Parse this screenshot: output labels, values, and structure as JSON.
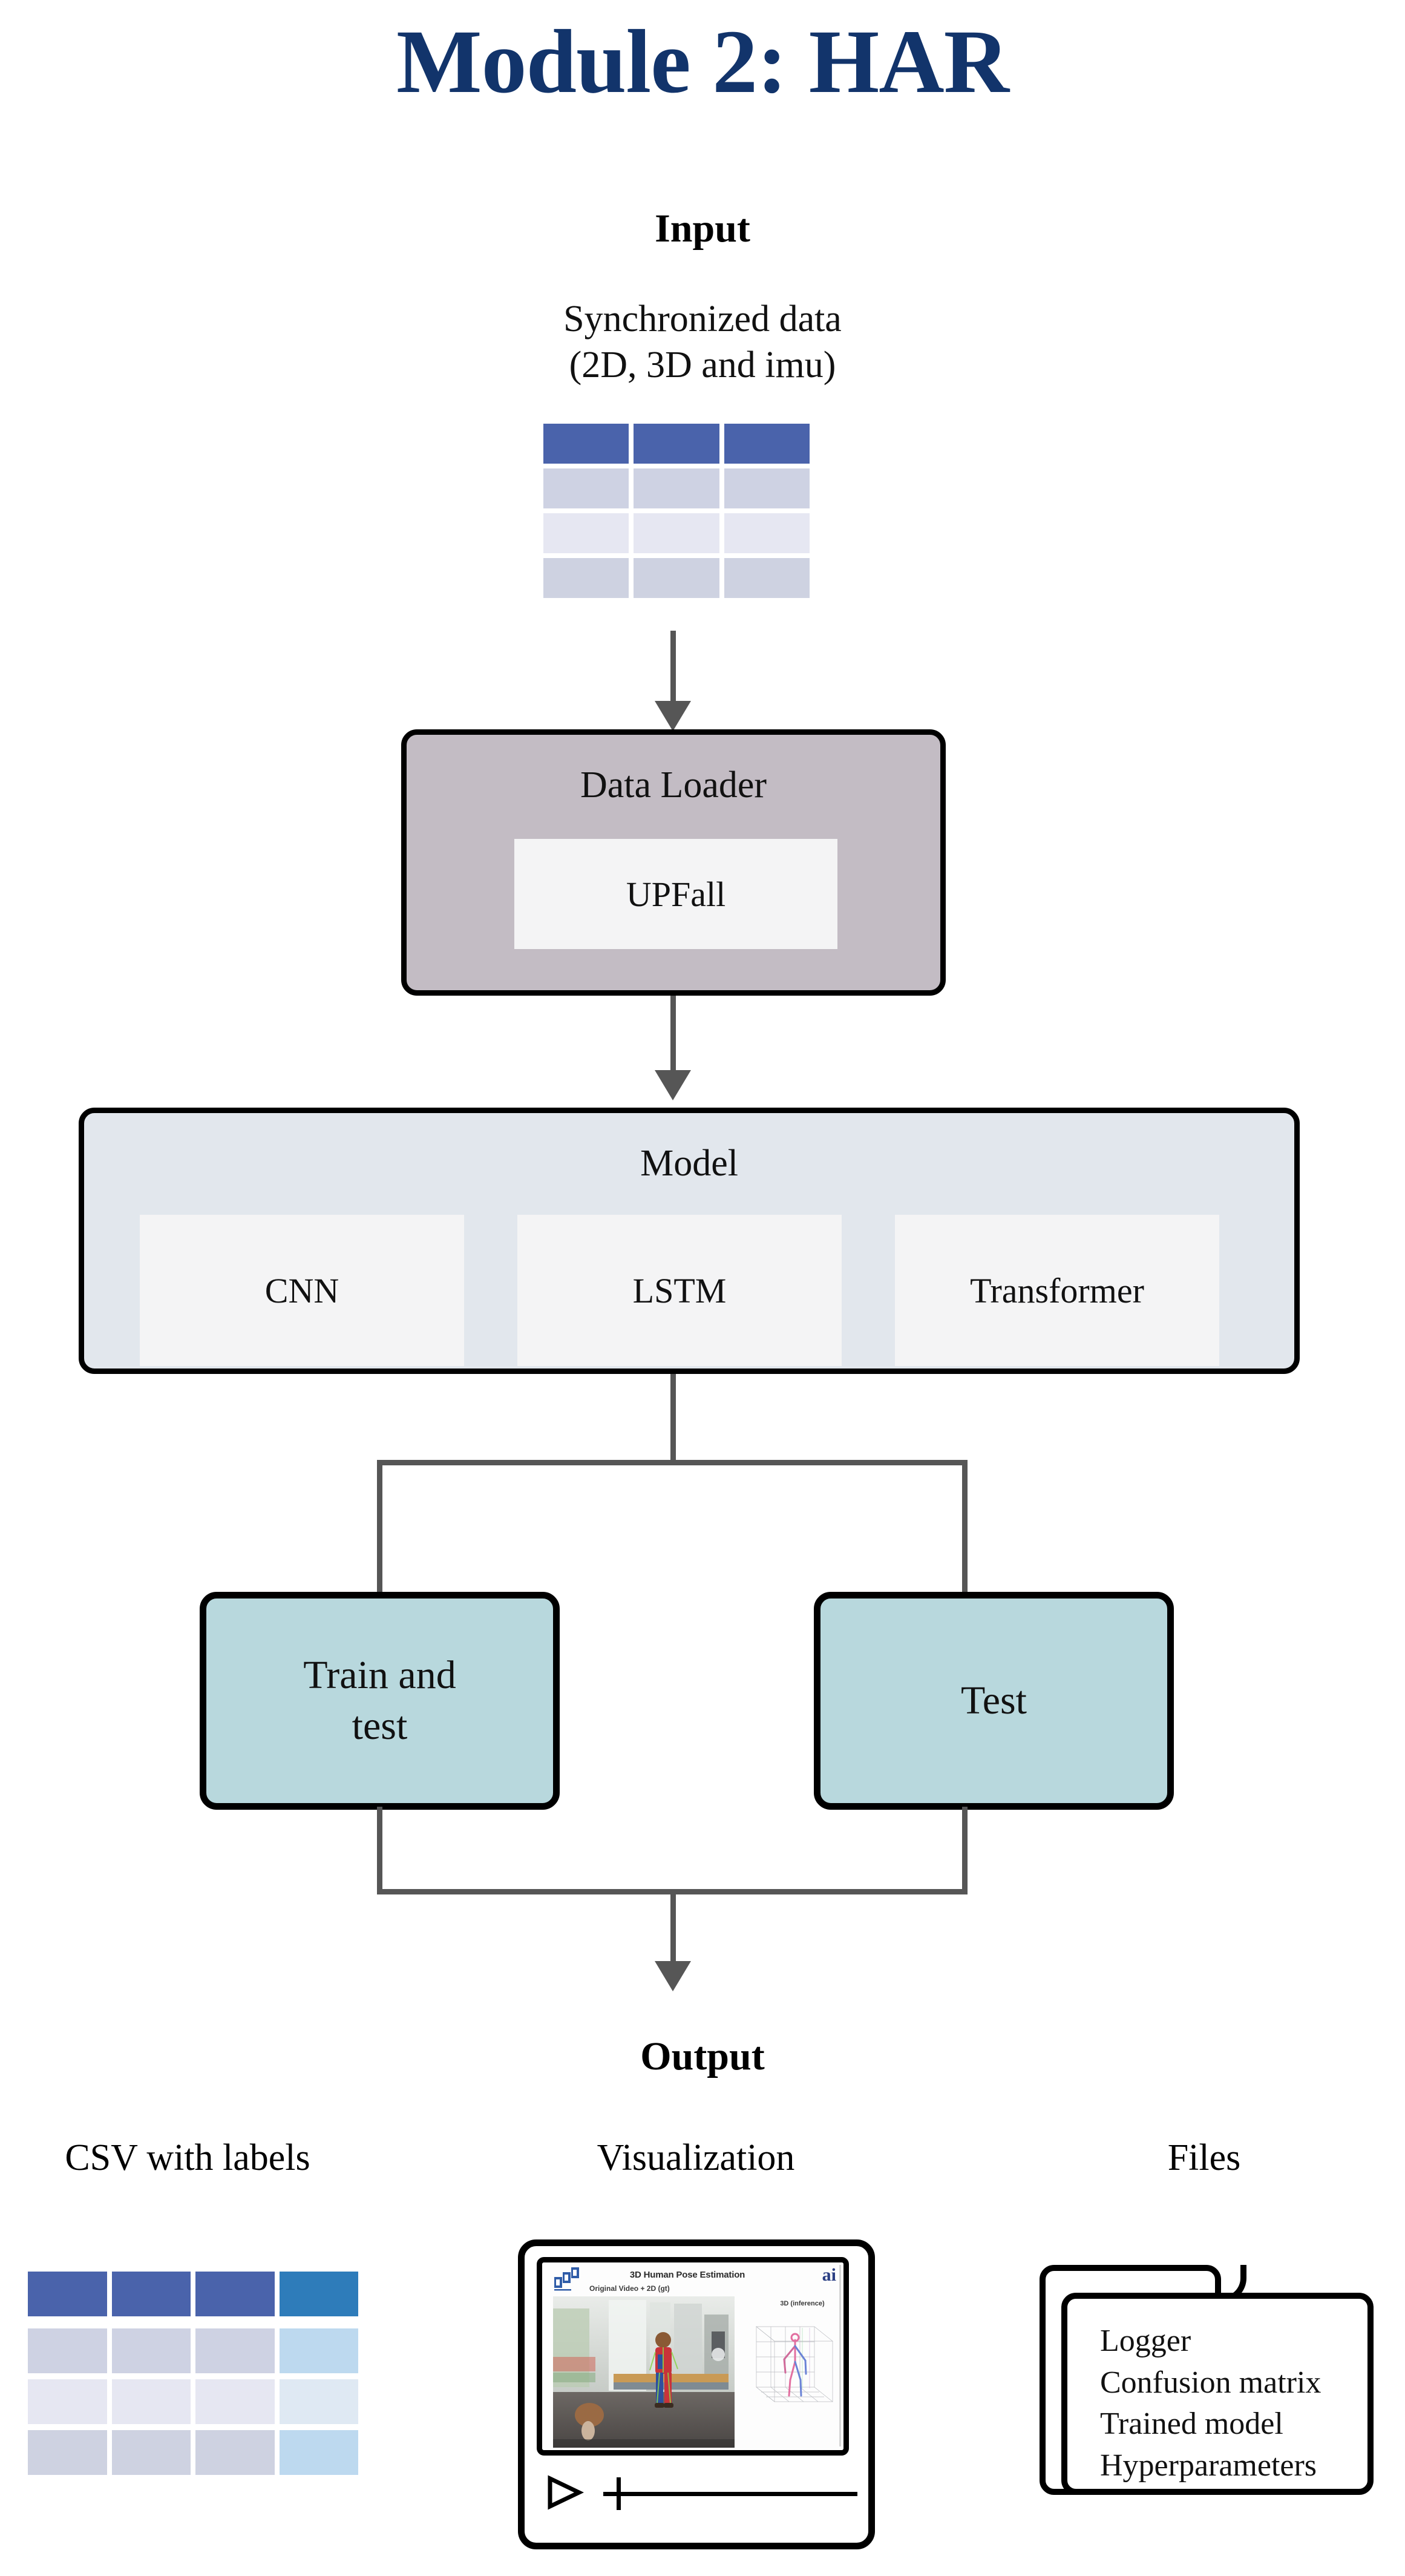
{
  "page": {
    "title": "Module 2: HAR",
    "title_color": "#12346b",
    "background": "#ffffff"
  },
  "input": {
    "heading": "Input",
    "caption_line1": "Synchronized data",
    "caption_line2": "(2D, 3D and imu)",
    "table": {
      "rows": 4,
      "cols": 3,
      "colors": {
        "header": "#4a63ab",
        "row1": "#ced2e3",
        "row2": "#e6e7f2",
        "row3": "#ced2e1"
      }
    }
  },
  "dataloader": {
    "title": "Data Loader",
    "dataset": "UPFall",
    "fill": "#c3bcc4"
  },
  "model": {
    "title": "Model",
    "fill": "#e2e7ed",
    "options": [
      "CNN",
      "LSTM",
      "Transformer"
    ]
  },
  "branches": {
    "fill": "#b8d8dd",
    "left_line1": "Train and",
    "left_line2": "test",
    "right": "Test"
  },
  "output": {
    "heading": "Output",
    "csv": {
      "heading": "CSV with labels",
      "rows": 4,
      "cols": 4,
      "colors": {
        "header": "#4a63ab",
        "header_last": "#2e7cba",
        "row1": "#ced2e3",
        "row1_last": "#bdd9ef",
        "row2": "#e6e7f2",
        "row2_last": "#dfe9f3",
        "row3": "#ced2e1",
        "row3_last": "#bdd9ef"
      }
    },
    "visualization": {
      "heading": "Visualization",
      "video_title": "3D Human Pose Estimation",
      "video_subtitle": "Original Video + 2D (gt)",
      "right_panel_label": "3D (inference)",
      "logo_right": "ai",
      "play_label": "Play",
      "seek_label": "Seek bar"
    },
    "files": {
      "heading": "Files",
      "items": [
        "Logger",
        "Confusion matrix",
        "Trained model",
        "Hyperparameters"
      ]
    }
  },
  "connectors": {
    "color": "#565656"
  }
}
